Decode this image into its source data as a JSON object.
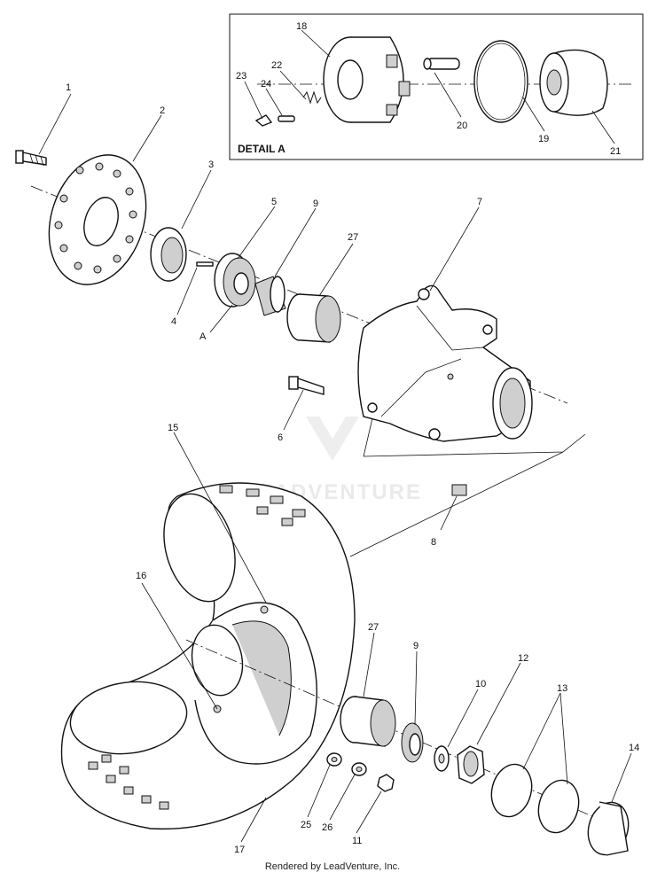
{
  "detail": {
    "title": "DETAIL A",
    "labels": [
      "18",
      "22",
      "23",
      "24",
      "20",
      "19",
      "21"
    ]
  },
  "callouts": {
    "p1": "1",
    "p2": "2",
    "p3": "3",
    "p4": "4",
    "p5": "5",
    "pA": "A",
    "p9a": "9",
    "p27a": "27",
    "p7": "7",
    "p6": "6",
    "p8": "8",
    "p15": "15",
    "p16": "16",
    "p17": "17",
    "p27b": "27",
    "p9b": "9",
    "p10": "10",
    "p12": "12",
    "p13": "13",
    "p14": "14",
    "p25": "25",
    "p26": "26",
    "p11": "11"
  },
  "watermark": "LEADVENTURE",
  "footer": "Rendered by LeadVenture, Inc."
}
